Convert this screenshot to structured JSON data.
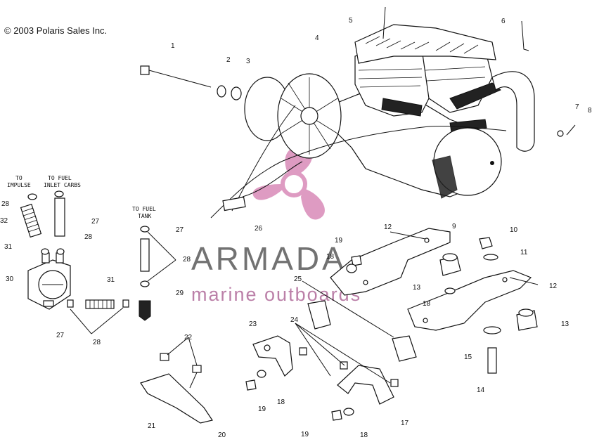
{
  "copyright": "© 2003 Polaris Sales Inc.",
  "notes": {
    "to_impulse": [
      "TO",
      "IMPULSE"
    ],
    "to_fuel_inlet_carbs": [
      "TO FUEL",
      "INLET CARBS"
    ],
    "to_fuel_tank": [
      "TO FUEL",
      "TANK"
    ]
  },
  "watermark": {
    "brand": "ARMADA",
    "tagline": "marine outboards",
    "accent_color": "#d98ab8",
    "text_color": "#5a5a5a"
  },
  "callouts": [
    "1",
    "2",
    "3",
    "4",
    "5",
    "6",
    "7",
    "8",
    "9",
    "10",
    "11",
    "12",
    "12",
    "13",
    "13",
    "14",
    "15",
    "17",
    "18",
    "18",
    "18",
    "18",
    "19",
    "19",
    "19",
    "20",
    "21",
    "22",
    "23",
    "24",
    "25",
    "26",
    "27",
    "27",
    "27",
    "28",
    "28",
    "28",
    "28",
    "29",
    "30",
    "31",
    "31",
    "32"
  ]
}
